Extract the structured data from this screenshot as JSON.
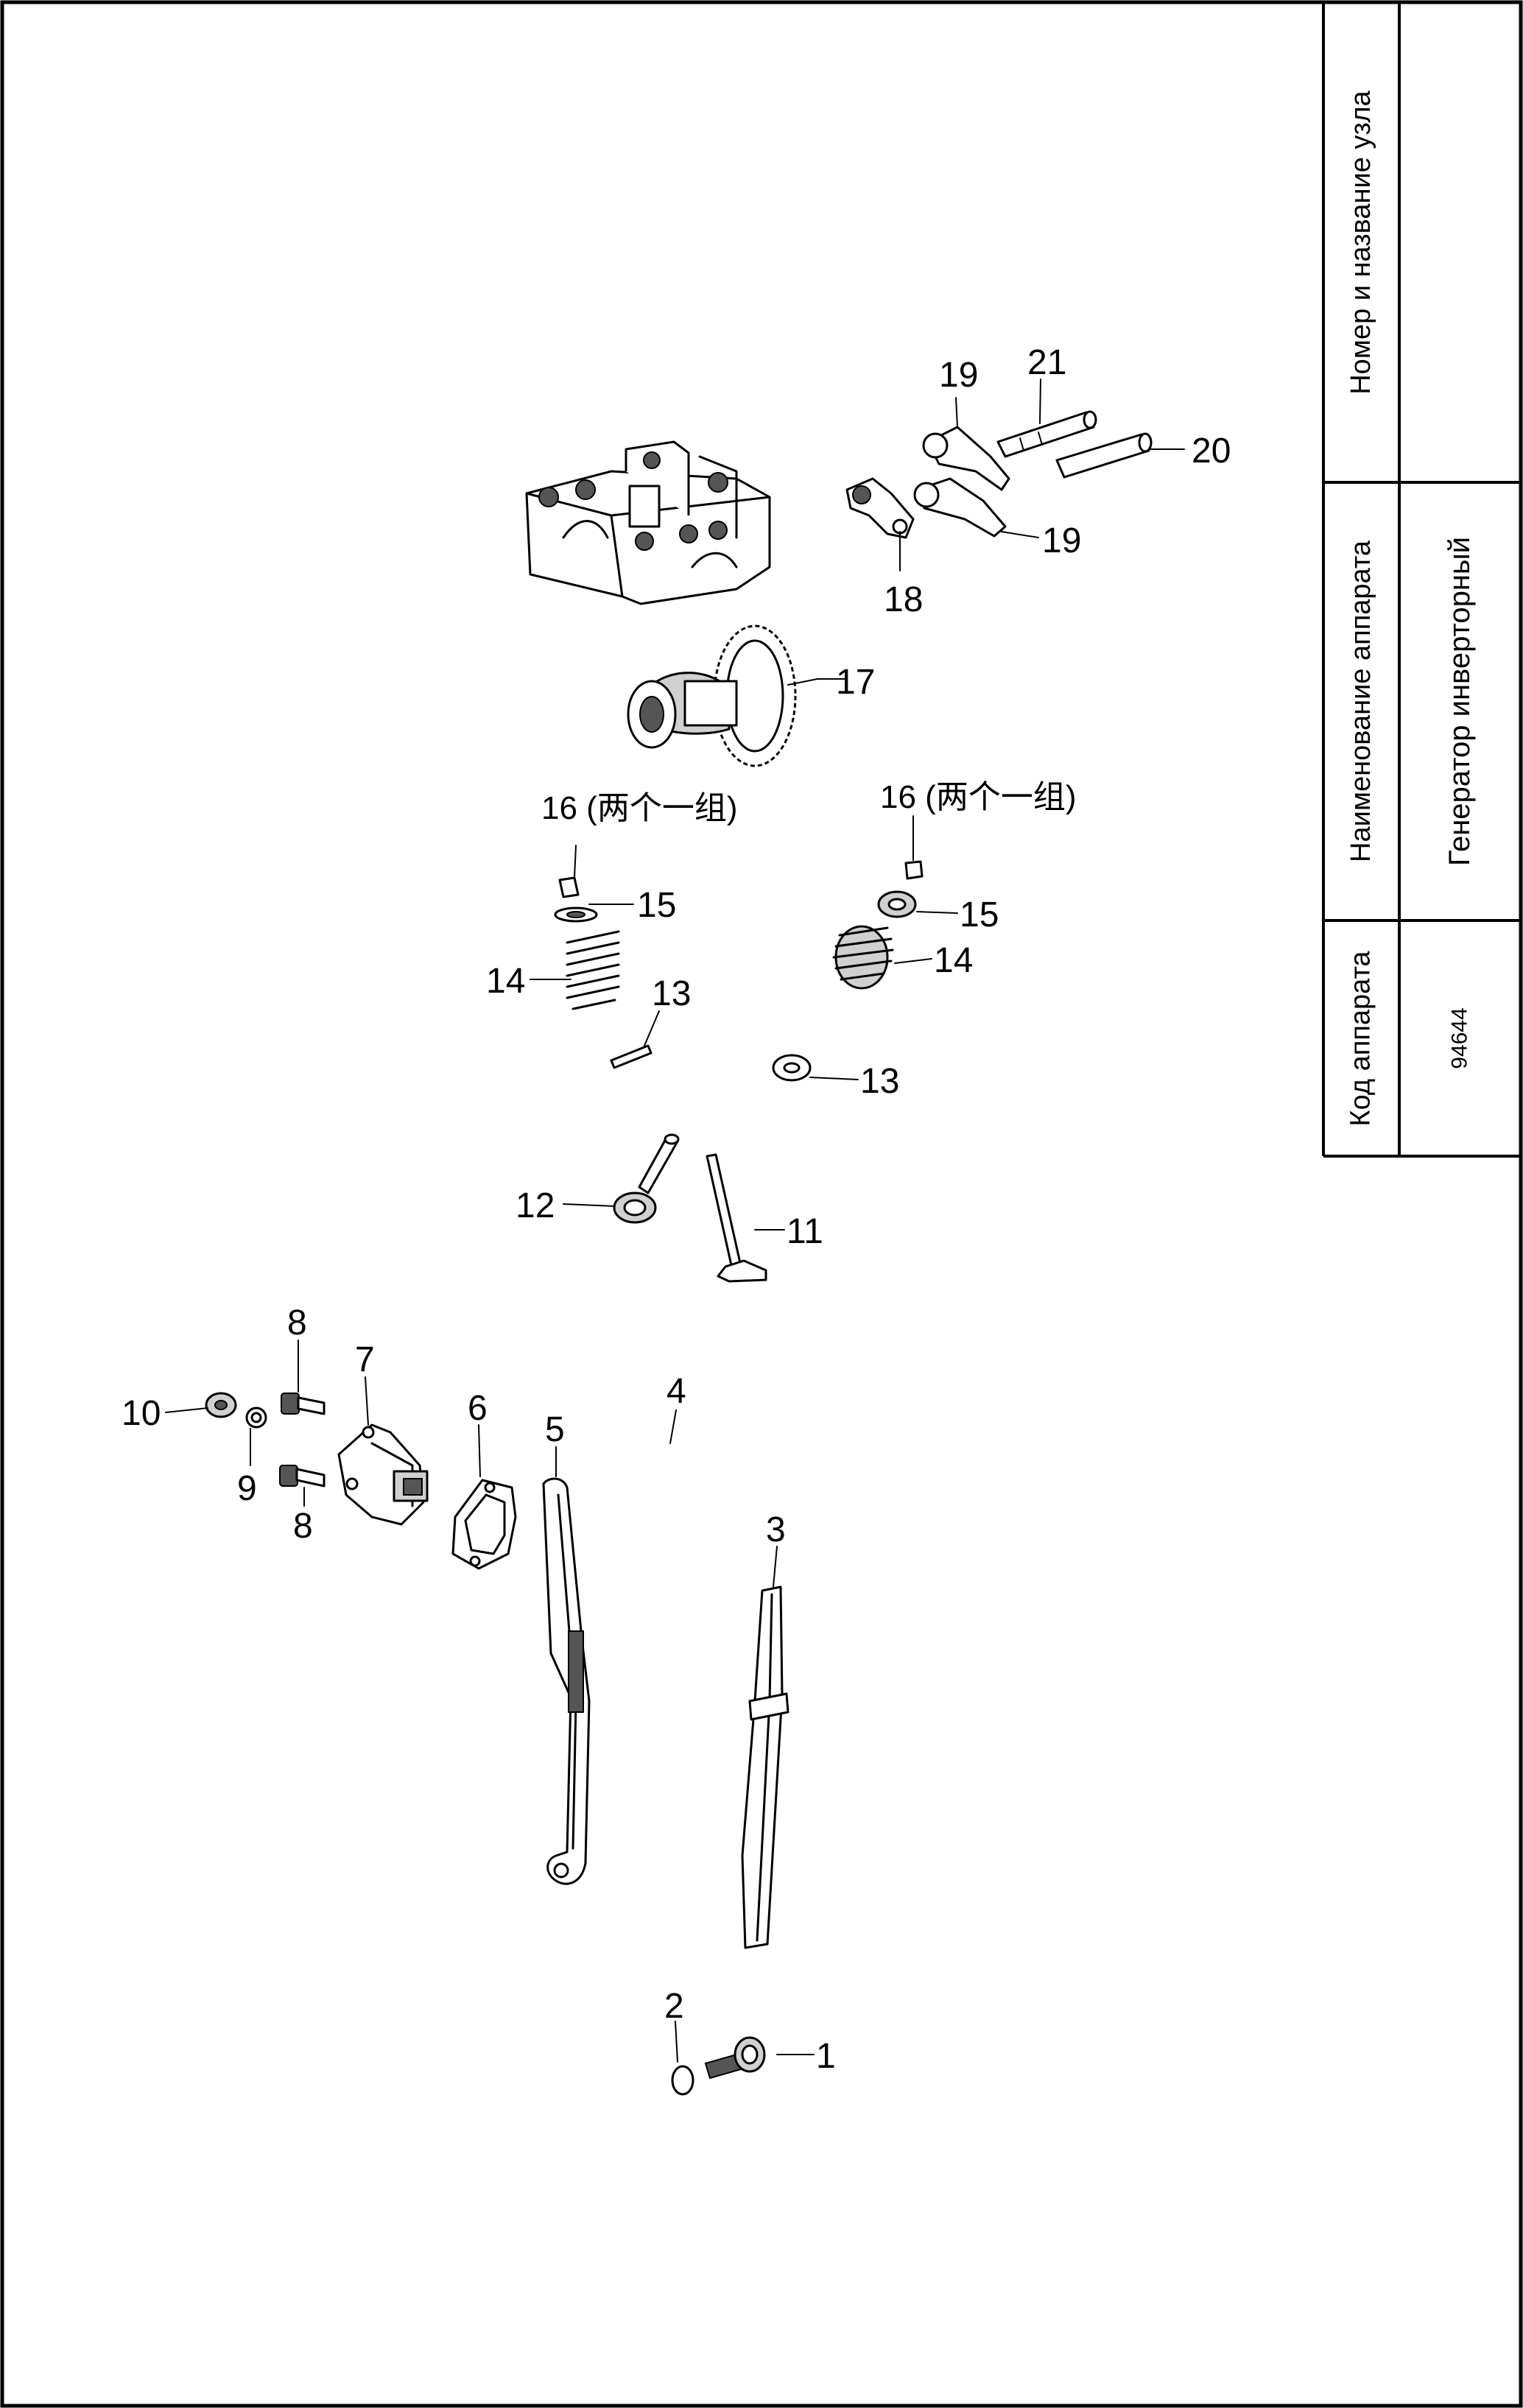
{
  "stamp": {
    "headers": {
      "unit": "Номер и название узла",
      "device_name": "Наименование аппарата",
      "device_code": "Код аппарата"
    },
    "values": {
      "unit": "",
      "device_name": "Генератор инверторный",
      "device_code": "94644"
    }
  },
  "callouts": [
    {
      "id": "p1",
      "label": "1"
    },
    {
      "id": "p2",
      "label": "2"
    },
    {
      "id": "p3",
      "label": "3"
    },
    {
      "id": "p4",
      "label": "4"
    },
    {
      "id": "p5",
      "label": "5"
    },
    {
      "id": "p6",
      "label": "6"
    },
    {
      "id": "p7",
      "label": "7"
    },
    {
      "id": "p8a",
      "label": "8"
    },
    {
      "id": "p8b",
      "label": "8"
    },
    {
      "id": "p9",
      "label": "9"
    },
    {
      "id": "p10",
      "label": "10"
    },
    {
      "id": "p11",
      "label": "11"
    },
    {
      "id": "p12",
      "label": "12"
    },
    {
      "id": "p13a",
      "label": "13"
    },
    {
      "id": "p13b",
      "label": "13"
    },
    {
      "id": "p14a",
      "label": "14"
    },
    {
      "id": "p14b",
      "label": "14"
    },
    {
      "id": "p15a",
      "label": "15"
    },
    {
      "id": "p15b",
      "label": "15"
    },
    {
      "id": "p16a",
      "label": "16 (两个一组)"
    },
    {
      "id": "p16b",
      "label": "16 (两个一组)"
    },
    {
      "id": "p17",
      "label": "17"
    },
    {
      "id": "p18",
      "label": "18"
    },
    {
      "id": "p19a",
      "label": "19"
    },
    {
      "id": "p19b",
      "label": "19"
    },
    {
      "id": "p20",
      "label": "20"
    },
    {
      "id": "p21",
      "label": "21"
    }
  ]
}
